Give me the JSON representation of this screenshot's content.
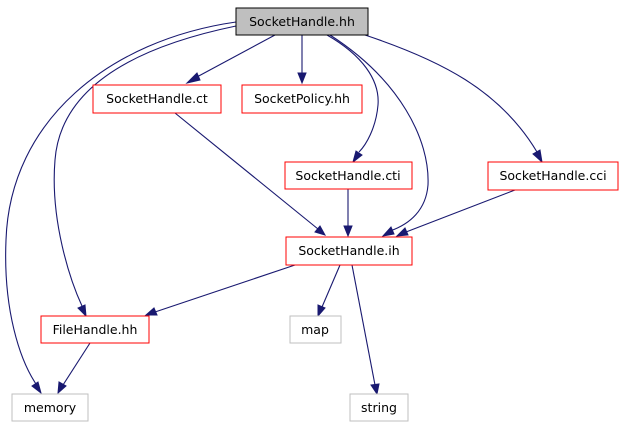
{
  "nodes": {
    "socket_handle_hh": {
      "label": "SocketHandle.hh",
      "style": "focus"
    },
    "socket_handle_ct": {
      "label": "SocketHandle.ct",
      "style": "documented"
    },
    "socket_policy_hh": {
      "label": "SocketPolicy.hh",
      "style": "documented"
    },
    "socket_handle_cti": {
      "label": "SocketHandle.cti",
      "style": "documented"
    },
    "socket_handle_cci": {
      "label": "SocketHandle.cci",
      "style": "documented"
    },
    "socket_handle_ih": {
      "label": "SocketHandle.ih",
      "style": "documented"
    },
    "file_handle_hh": {
      "label": "FileHandle.hh",
      "style": "documented"
    },
    "map": {
      "label": "map",
      "style": "external"
    },
    "memory": {
      "label": "memory",
      "style": "external"
    },
    "string": {
      "label": "string",
      "style": "external"
    }
  },
  "edges": [
    {
      "from": "socket_handle_hh",
      "to": "socket_handle_ct"
    },
    {
      "from": "socket_handle_hh",
      "to": "socket_policy_hh"
    },
    {
      "from": "socket_handle_hh",
      "to": "socket_handle_cti"
    },
    {
      "from": "socket_handle_hh",
      "to": "socket_handle_cci"
    },
    {
      "from": "socket_handle_hh",
      "to": "socket_handle_ih"
    },
    {
      "from": "socket_handle_hh",
      "to": "file_handle_hh"
    },
    {
      "from": "socket_handle_hh",
      "to": "memory"
    },
    {
      "from": "socket_handle_ct",
      "to": "socket_handle_ih"
    },
    {
      "from": "socket_handle_cti",
      "to": "socket_handle_ih"
    },
    {
      "from": "socket_handle_cci",
      "to": "socket_handle_ih"
    },
    {
      "from": "socket_handle_ih",
      "to": "file_handle_hh"
    },
    {
      "from": "socket_handle_ih",
      "to": "map"
    },
    {
      "from": "socket_handle_ih",
      "to": "string"
    },
    {
      "from": "file_handle_hh",
      "to": "memory"
    }
  ],
  "colors": {
    "focus_fill": "#bfbfbf",
    "focus_border": "#000000",
    "documented_border": "#ff0000",
    "external_border": "#bfbfbf",
    "edge": "#191970"
  }
}
